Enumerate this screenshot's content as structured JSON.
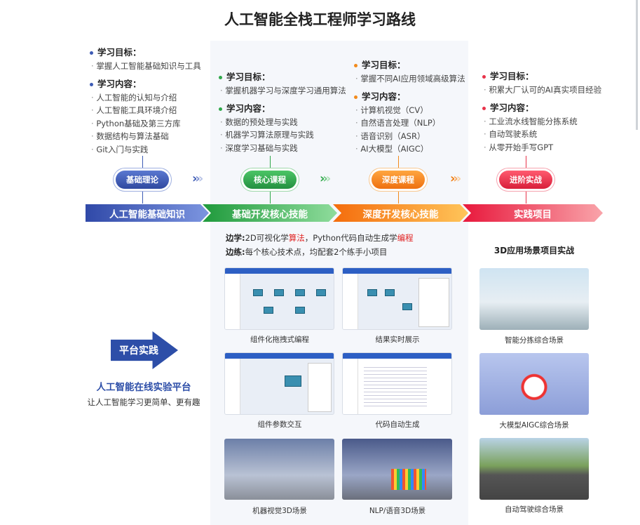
{
  "title": "人工智能全栈工程师学习路线",
  "stages": [
    {
      "goal_label": "学习目标：",
      "goals": [
        "掌握人工智能基础知识与工具"
      ],
      "content_label": "学习内容：",
      "contents": [
        "人工智能的认知与介绍",
        "人工智能工具环境介绍",
        "Python基础及第三方库",
        "数据结构与算法基础",
        "Git入门与实践"
      ],
      "pill": "基础理论",
      "banner": "人工智能基础知识",
      "color": "#3d5bb5"
    },
    {
      "goal_label": "学习目标：",
      "goals": [
        "掌握机器学习与深度学习通用算法"
      ],
      "content_label": "学习内容：",
      "contents": [
        "数据的预处理与实践",
        "机器学习算法原理与实践",
        "深度学习基础与实践"
      ],
      "pill": "核心课程",
      "banner": "基础开发核心技能",
      "color": "#2fa84a"
    },
    {
      "goal_label": "学习目标：",
      "goals": [
        "掌握不同AI应用领域高级算法"
      ],
      "content_label": "学习内容：",
      "contents": [
        "计算机视觉（CV）",
        "自然语言处理（NLP）",
        "语音识别（ASR）",
        "AI大模型（AIGC）"
      ],
      "pill": "深度课程",
      "banner": "深度开发核心技能",
      "color": "#f28a1c"
    },
    {
      "goal_label": "学习目标：",
      "goals": [
        "积累大厂认可的AI真实项目经验"
      ],
      "content_label": "学习内容：",
      "contents": [
        "工业流水线智能分拣系统",
        "自动驾驶系统",
        "从零开始手写GPT"
      ],
      "pill": "进阶实战",
      "banner": "实践项目",
      "color": "#e8334a"
    }
  ],
  "learn_line": {
    "label": "边学:",
    "t1": "2D可视化学",
    "h1": "算法",
    "t2": "，Python代码自动生成学",
    "h2": "编程"
  },
  "practice_line": {
    "label": "边练:",
    "text": "每个核心技术点，均配套2个练手小项目"
  },
  "platform": {
    "arrow": "平台实践",
    "name": "人工智能在线实验平台",
    "slogan": "让人工智能学习更简单、更有趣"
  },
  "screens": [
    "组件化拖拽式编程",
    "结果实时展示",
    "组件参数交互",
    "代码自动生成",
    "机器视觉3D场景",
    "NLP/语音3D场景"
  ],
  "scenes_title": "3D应用场景项目实战",
  "scenes": [
    "智能分拣综合场景",
    "大模型AIGC综合场景",
    "自动驾驶综合场景"
  ]
}
